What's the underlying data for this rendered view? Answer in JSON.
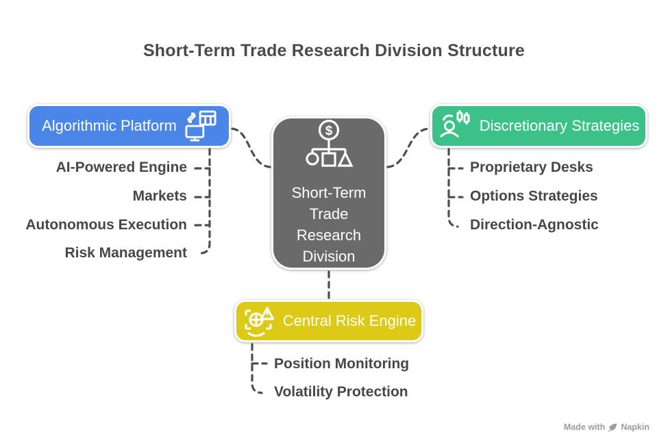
{
  "title": "Short-Term Trade Research Division Structure",
  "center_node": {
    "label": "Short-Term Trade Research Division",
    "icon": "dollar-org-chart-icon",
    "color": "#6a6a6a"
  },
  "branches": [
    {
      "label": "Algorithmic Platform",
      "icon": "monitor-data-sync-icon",
      "color": "#4a86e8",
      "position": "left",
      "items": [
        "AI-Powered Engine",
        "Markets",
        "Autonomous Execution",
        "Risk Management"
      ]
    },
    {
      "label": "Discretionary Strategies",
      "icon": "trader-candlestick-icon",
      "color": "#3cc189",
      "position": "right",
      "items": [
        "Proprietary Desks",
        "Options Strategies",
        "Direction-Agnostic"
      ]
    },
    {
      "label": "Central Risk Engine",
      "icon": "risk-scan-alert-icon",
      "color": "#ddca17",
      "position": "bottom",
      "items": [
        "Position Monitoring",
        "Volatility Protection"
      ]
    }
  ],
  "connector_style": {
    "color": "#4e4e4e",
    "style": "dashed"
  },
  "list_text_color": "#474747",
  "watermark": {
    "prefix": "Made with",
    "brand": "Napkin",
    "icon": "napkin-pen-icon"
  }
}
